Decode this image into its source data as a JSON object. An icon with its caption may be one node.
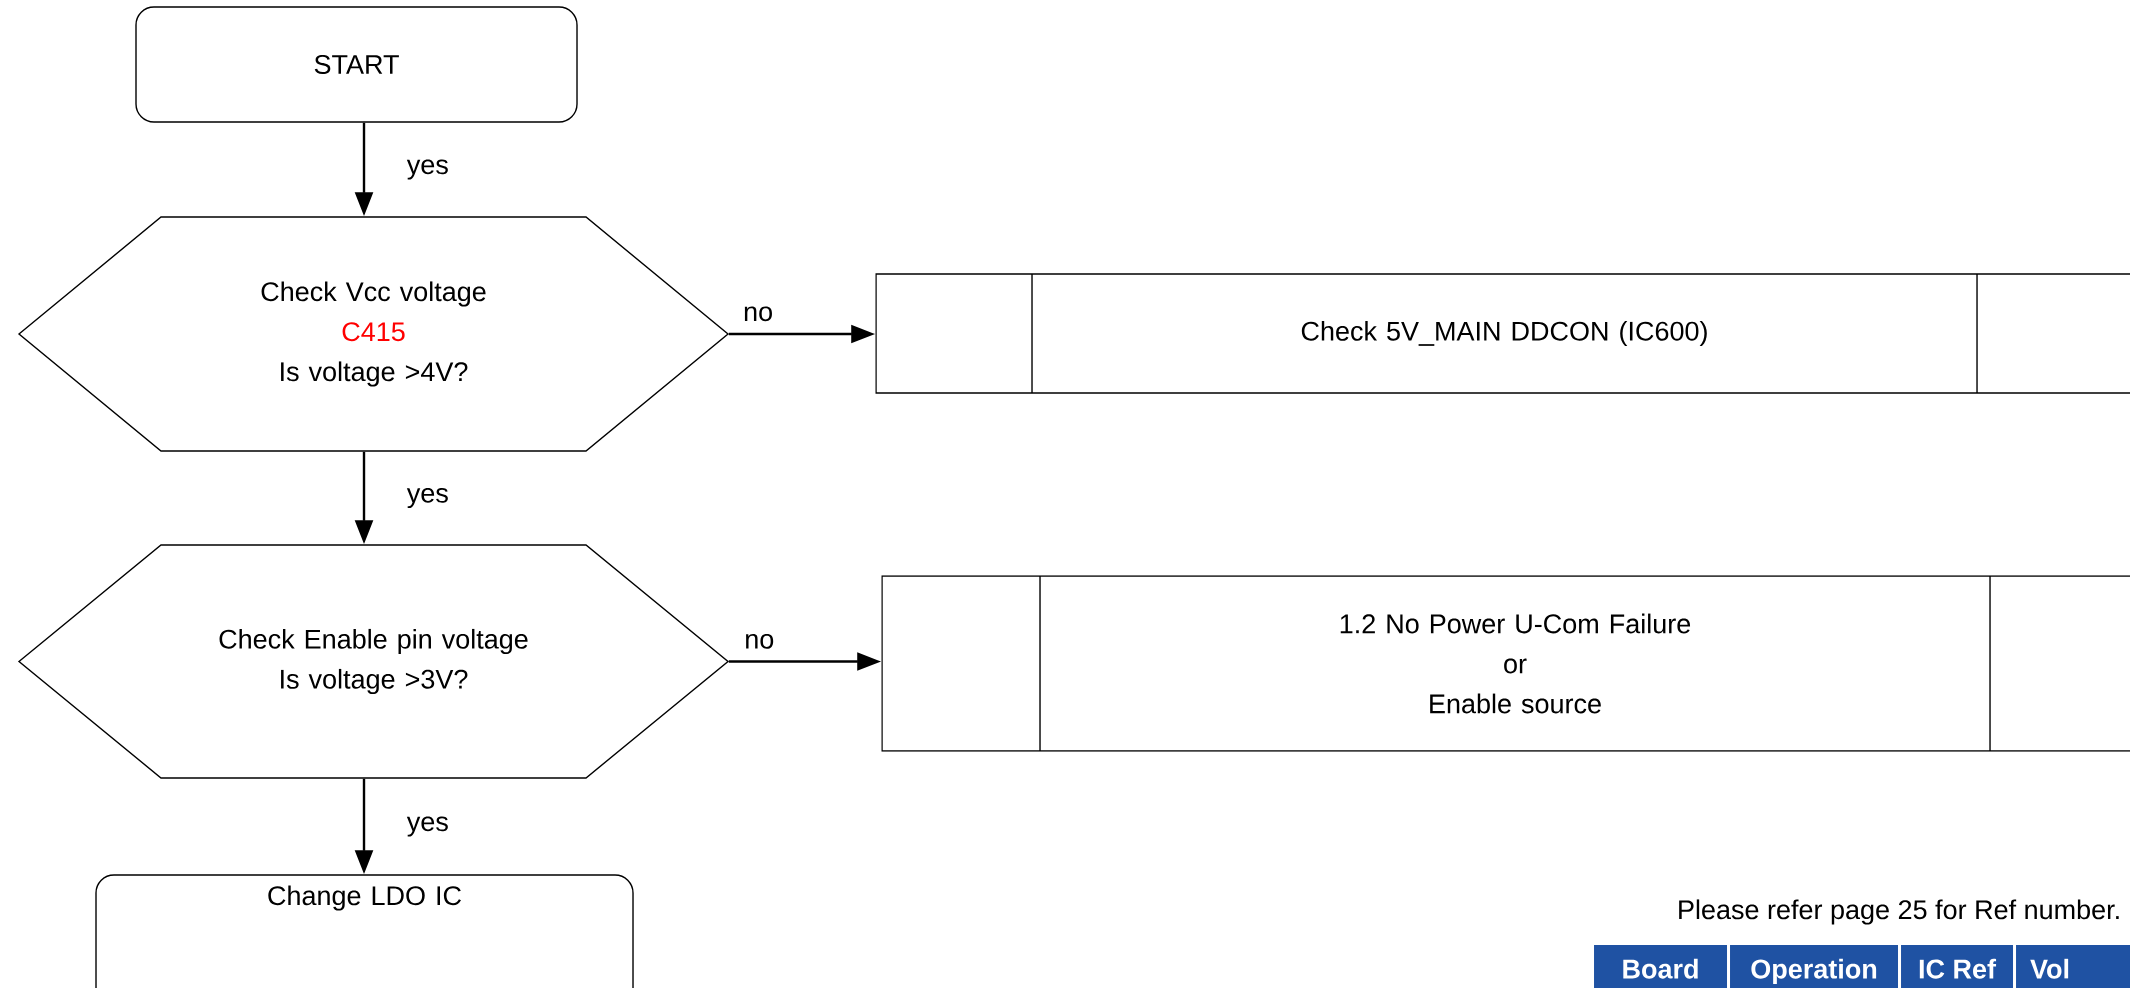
{
  "diagram": {
    "nodes": [
      {
        "text": [
          "START"
        ]
      },
      {
        "text": [
          "Check Vcc voltage",
          "C415",
          "Is voltage >4V?"
        ]
      },
      {
        "text": [
          "Check 5V_MAIN DDCON (IC600)"
        ]
      },
      {
        "text": [
          "Check Enable pin voltage",
          "Is voltage >3V?"
        ]
      },
      {
        "text": [
          "1.2 No Power U-Com Failure",
          "or",
          "Enable source"
        ]
      },
      {
        "text": [
          "Change LDO IC"
        ]
      }
    ],
    "edges": [
      {
        "from": 0,
        "to": 1,
        "arrow": "to",
        "label": "yes"
      },
      {
        "from": 1,
        "to": 2,
        "arrow": "to",
        "label": "no"
      },
      {
        "from": 1,
        "to": 3,
        "arrow": "to",
        "label": "yes"
      },
      {
        "from": 3,
        "to": 4,
        "arrow": "to",
        "label": "no"
      },
      {
        "from": 3,
        "to": 5,
        "arrow": "to",
        "label": "yes"
      }
    ],
    "labels": [
      "Please refer page 25 for Ref number.",
      "Board",
      "Operation",
      "IC Ref",
      "Vol"
    ]
  }
}
